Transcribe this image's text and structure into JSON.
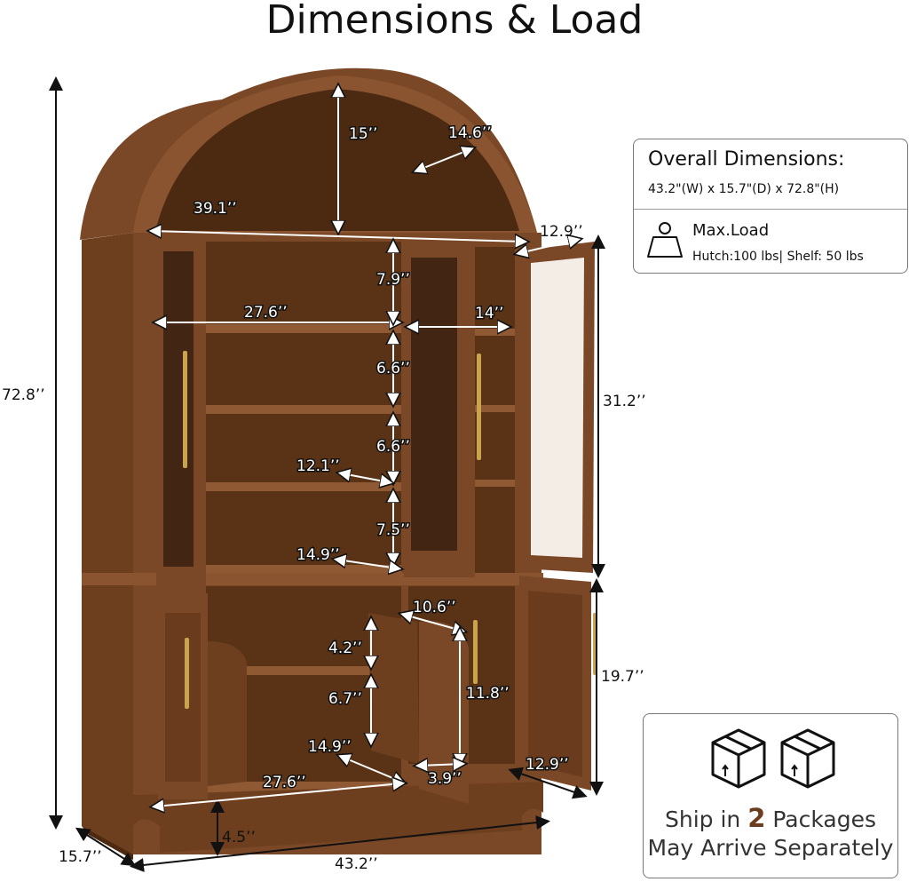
{
  "title": "Dimensions & Load",
  "overall": {
    "heading": "Overall Dimensions:",
    "dimensions": "43.2\"(W) x 15.7\"(D) x 72.8\"(H)"
  },
  "max_load": {
    "label": "Max.Load",
    "detail": "Hutch:100 lbs| Shelf:  50 lbs",
    "icon": "weight-icon"
  },
  "shipping": {
    "prefix": "Ship in ",
    "count": "2",
    "suffix": " Packages",
    "line2": "May Arrive Separately",
    "icon": "package-box-icon"
  },
  "measurements": {
    "height_total": "72.8’’",
    "depth": "15.7’’",
    "width_total": "43.2’’",
    "arch_height": "15’’",
    "arch_depth": "14.6’’",
    "top_width": "39.1’’",
    "door_width_top": "12.9’’",
    "left_shelf_width": "27.6’’",
    "top_gap": "7.9’’",
    "right_shelf_width": "14’’",
    "gap_1": "6.6’’",
    "gap_2": "6.6’’",
    "upper_height": "31.2’’",
    "shelf_depth_upper": "12.1’’",
    "gap_3": "7.5’’",
    "shelf_depth_upper_bottom": "14.9’’",
    "lower_inner_width": "10.6’’",
    "lower_gap_1": "4.2’’",
    "lower_height_total": "19.7’’",
    "lower_gap_2": "6.7’’",
    "lower_inner_height": "11.8’’",
    "lower_depth": "14.9’’",
    "lower_left_width": "27.6’’",
    "lower_small_gap": "3.9’’",
    "lower_door_width": "12.9’’",
    "base_clearance": "4.5’’"
  },
  "colors": {
    "wood_dark": "#5a3317",
    "wood_mid": "#7a4826",
    "wood_light": "#8f5a33",
    "brass": "#c9a44c",
    "brand_accent": "#6b3d1e"
  }
}
